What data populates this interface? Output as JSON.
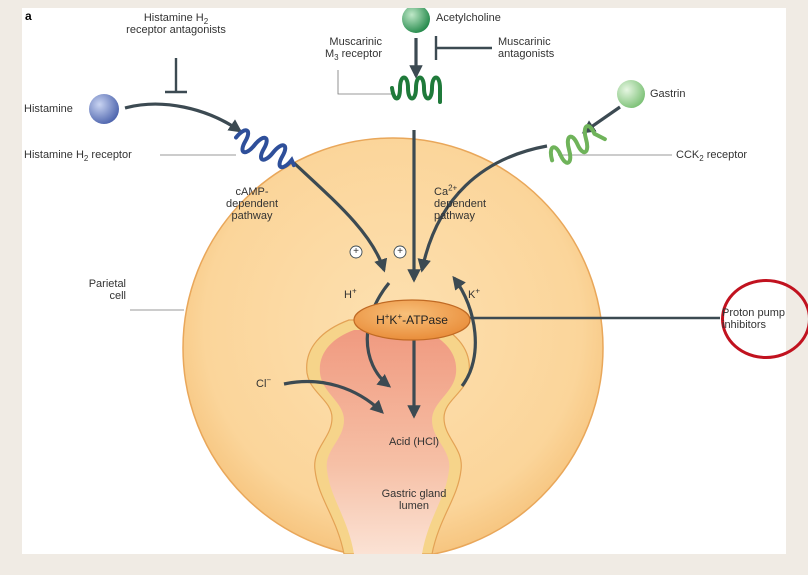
{
  "panel_letter": "a",
  "ligands": {
    "acetylcholine": "Acetylcholine",
    "histamine": "Histamine",
    "gastrin": "Gastrin"
  },
  "antagonists": {
    "h2_line1": "Histamine H",
    "h2_sub": "2",
    "h2_line2": "receptor antagonists",
    "muscarinic_line1": "Muscarinic",
    "muscarinic_line2": "antagonists"
  },
  "receptors": {
    "m3_line1": "Muscarinic",
    "m3_line2_prefix": "M",
    "m3_sub": "3",
    "m3_line2_suffix": " receptor",
    "h2_prefix": "Histamine H",
    "h2_sub": "2",
    "h2_suffix": " receptor",
    "cck2_prefix": "CCK",
    "cck2_sub": "2",
    "cck2_suffix": " receptor"
  },
  "pathways": {
    "camp_line1": "cAMP-",
    "camp_line2": "dependent",
    "camp_line3": "pathway",
    "ca_prefix": "Ca",
    "ca_sup": "2+",
    "ca_suffix": "-",
    "ca_line2": "dependent",
    "ca_line3": "pathway",
    "plus_symbol": "+"
  },
  "pump": {
    "h": "H",
    "k": "K",
    "plus": "+",
    "suffix": "-ATPase"
  },
  "ions": {
    "h": "H",
    "k": "K",
    "plus": "+",
    "cl": "Cl",
    "minus": "−"
  },
  "cell_labels": {
    "parietal_line1": "Parietal",
    "parietal_line2": "cell",
    "acid": "Acid (HCl)",
    "lumen_line1": "Gastric gland",
    "lumen_line2": "lumen"
  },
  "drug": {
    "line1": "Proton pump",
    "line2": "inhibitors",
    "highlight_color": "#c1121f"
  },
  "colors": {
    "cell_fill": "#fbd59a",
    "lumen_fill": "#f2a58c",
    "pump_fill": "#f0a050",
    "arrow": "#3c4a52",
    "histamine_ball": "#5b72b8",
    "acetylcholine_ball": "#2e9a55",
    "gastrin_ball": "#8fcf8a",
    "h2_receptor": "#2e4f9a",
    "m3_receptor": "#1f7a3a",
    "cck2_receptor": "#6fb35a"
  }
}
